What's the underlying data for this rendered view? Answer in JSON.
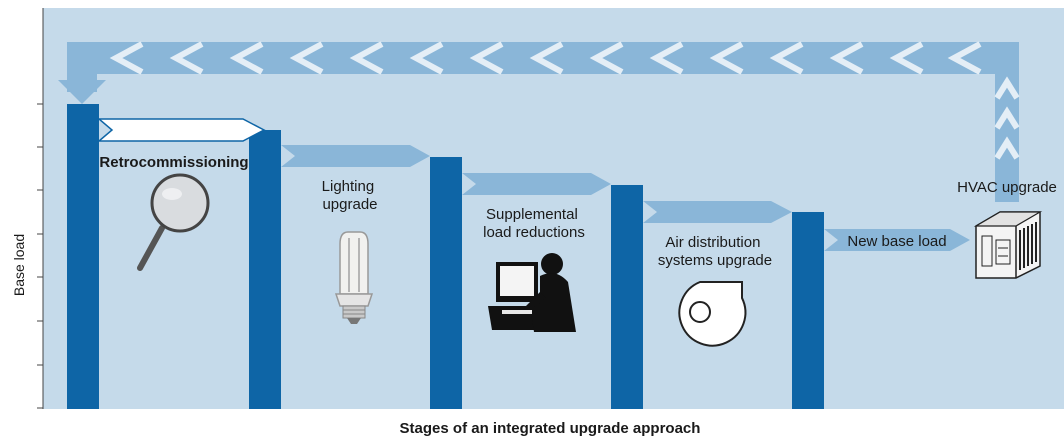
{
  "diagram": {
    "y_axis_label": "Base load",
    "x_axis_label": "Stages of an integrated upgrade approach",
    "stages": [
      {
        "label_lines": [
          "Retrocommissioning"
        ],
        "bold": true,
        "icon": "magnifying-glass-icon"
      },
      {
        "label_lines": [
          "Lighting",
          "upgrade"
        ],
        "bold": false,
        "icon": "light-bulb-icon"
      },
      {
        "label_lines": [
          "Supplemental",
          "load reductions"
        ],
        "bold": false,
        "icon": "computer-user-icon"
      },
      {
        "label_lines": [
          "Air distribution",
          "systems upgrade"
        ],
        "bold": false,
        "icon": "fan-icon"
      }
    ],
    "new_base_load_label": "New base load",
    "hvac_label": "HVAC upgrade",
    "hvac_icon": "hvac-unit-icon",
    "colors": {
      "panel": "#c5daea",
      "bar": "#0e65a6",
      "arrow": "#8ab6d8",
      "highlight_arrow": "#ffffff",
      "axis": "#444444"
    }
  }
}
